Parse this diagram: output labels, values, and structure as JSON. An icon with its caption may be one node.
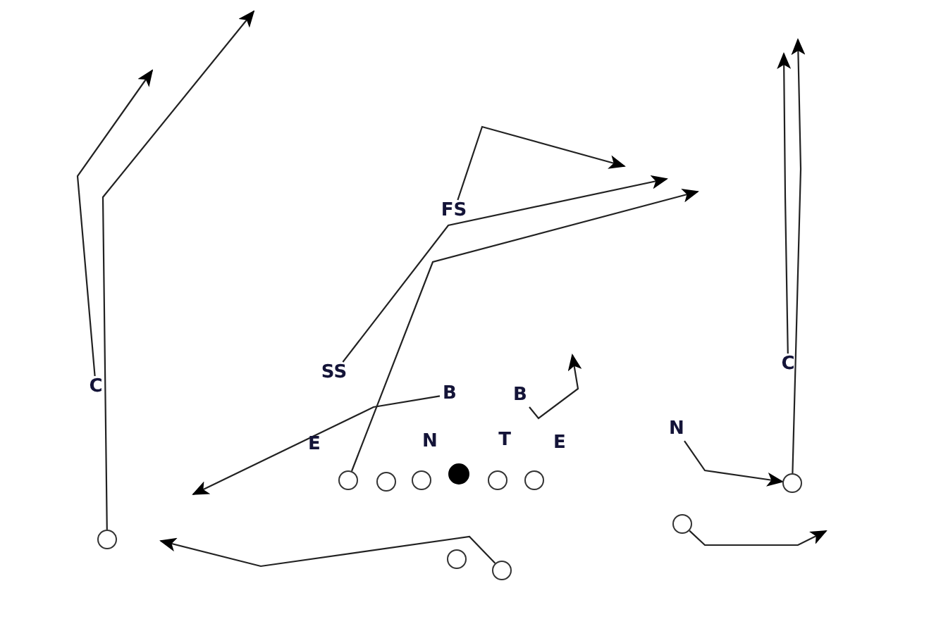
{
  "diagram": {
    "nodes": [
      {
        "text": [
          "FS"
        ]
      },
      {
        "text": [
          "SS"
        ]
      },
      {
        "text": [
          "C"
        ]
      },
      {
        "text": [
          "B"
        ]
      },
      {
        "text": [
          "B"
        ]
      },
      {
        "text": [
          "C"
        ]
      },
      {
        "text": [
          "N"
        ]
      },
      {
        "text": [],
        "shape": "circle"
      },
      {
        "text": [],
        "shape": "circle"
      },
      {
        "text": [],
        "shape": "circle"
      },
      {
        "text": [],
        "shape": "circle"
      },
      {
        "text": [],
        "shape": "circle"
      },
      {
        "text": [],
        "shape": "circle"
      },
      {
        "text": [],
        "shape": "circle"
      },
      {
        "text": [],
        "shape": "circle"
      },
      {
        "text": [],
        "shape": "circle"
      },
      {
        "text": [],
        "shape": "circle"
      },
      {
        "text": [],
        "shape": "circle"
      }
    ],
    "edges": [
      {
        "from": 0,
        "to": null,
        "arrow": "to"
      },
      {
        "from": 1,
        "to": null,
        "arrow": "to"
      },
      {
        "from": 2,
        "to": null,
        "arrow": "to"
      },
      {
        "from": 3,
        "to": null,
        "arrow": "to"
      },
      {
        "from": 4,
        "to": null,
        "arrow": "to"
      },
      {
        "from": 5,
        "to": null,
        "arrow": "to"
      },
      {
        "from": 6,
        "to": 13,
        "arrow": "to"
      },
      {
        "from": 7,
        "to": null,
        "arrow": "to"
      },
      {
        "from": 13,
        "to": null,
        "arrow": "to"
      },
      {
        "from": 14,
        "to": null,
        "arrow": "to"
      },
      {
        "from": 15,
        "to": null,
        "arrow": "to"
      },
      {
        "from": 17,
        "to": null,
        "arrow": "to"
      }
    ],
    "labels": [
      "E",
      "N",
      "T",
      "E"
    ]
  }
}
